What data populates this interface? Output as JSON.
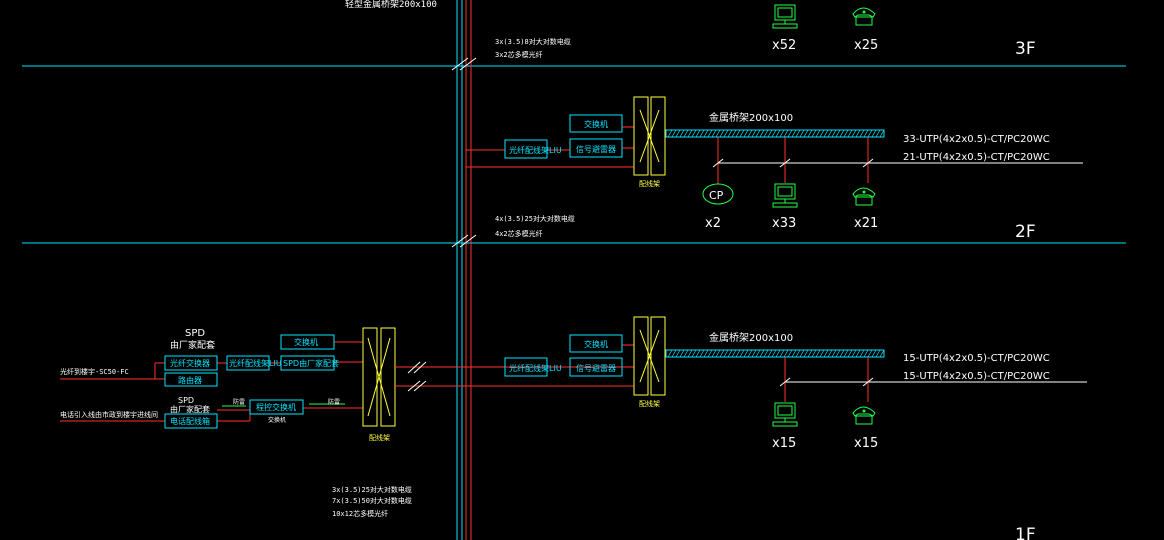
{
  "floors": {
    "f3": "3F",
    "f2": "2F",
    "f1": "1F"
  },
  "top_cut_label": "轻型金属桥架200x100",
  "riser_notes": {
    "upper_1": "3x(3.5)8对大对数电缆",
    "upper_2": "3x2芯多模光纤",
    "mid_1": "4x(3.5)25对大对数电缆",
    "mid_2": "4x2芯多模光纤",
    "low_1": "3x(3.5)25对大对数电缆",
    "low_2": "7x(3.5)50对大对数电缆",
    "low_3": "10x12芯多模光纤"
  },
  "floor3": {
    "pc_count": "x52",
    "phone_count": "x25"
  },
  "floor2": {
    "switch": "交换机",
    "fiber_panel": "光纤配线架LIU",
    "signal_arrester": "信号避雷器",
    "frame_label": "配线架",
    "tray_label": "金属桥架200x100",
    "cable_1": "33-UTP(4x2x0.5)-CT/PC20WC",
    "cable_2": "21-UTP(4x2x0.5)-CT/PC20WC",
    "cp_label": "CP",
    "cp_count": "x2",
    "pc_count": "x33",
    "phone_count": "x21"
  },
  "floor1": {
    "spd_1": "SPD",
    "spd_1_sub": "由厂家配套",
    "spd_2": "SPD",
    "spd_2_sub": "由厂家配套",
    "fiber_switch": "光纤交换器",
    "router": "路由器",
    "voice_frame": "电话配线箱",
    "fiber_panel_a": "光纤配线架LIU",
    "switch_a": "交换机",
    "spd_box": "SPD由厂家配套",
    "program_switch": "程控交换机",
    "small_1": "防雷",
    "small_2": "防雷",
    "small_3": "交换机",
    "frame_label": "配线架",
    "switch": "交换机",
    "fiber_panel": "光纤配线架LIU",
    "signal_arrester": "信号避雷器",
    "frame2_label": "配线架",
    "tray_label": "金属桥架200x100",
    "cable_1": "15-UTP(4x2x0.5)-CT/PC20WC",
    "cable_2": "15-UTP(4x2x0.5)-CT/PC20WC",
    "pc_count": "x15",
    "phone_count": "x15",
    "incoming_data": "光纤到楼宇-SC50-FC",
    "incoming_voice": "电话引入线由市政到楼宇进线间"
  },
  "colors": {
    "cyan": "#00e5ff",
    "red": "#ff3030",
    "green": "#22ff44",
    "yellow": "#ffff40"
  }
}
